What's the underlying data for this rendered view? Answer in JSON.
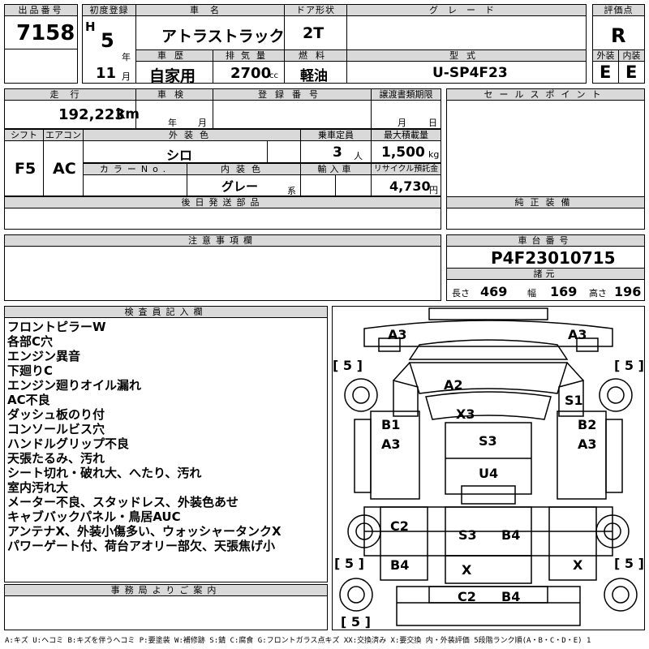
{
  "header": {
    "lot_label": "出品番号",
    "lot_no": "7158",
    "first_reg_label": "初度登録",
    "era": "H",
    "year": "5",
    "year_unit": "年",
    "month": "11",
    "month_unit": "月",
    "name_label": "車名",
    "car_name": "アトラストラック",
    "door_label": "ドア形状",
    "door": "2T",
    "grade_label": "グレード",
    "grade": "",
    "score_label": "評価点",
    "score": "R",
    "history_label": "車歴",
    "history": "自家用",
    "displacement_label": "排気量",
    "displacement": "2700",
    "displacement_unit": "cc",
    "fuel_label": "燃料",
    "fuel": "軽油",
    "model_label": "型式",
    "model": "U-SP4F23",
    "exterior_label": "外装",
    "exterior": "E",
    "interior_label": "内装",
    "interior": "E"
  },
  "spec": {
    "mileage_label": "走行",
    "mileage": "192,223",
    "mileage_unit": "km",
    "inspection_label": "車検",
    "inspection_year_unit": "年",
    "inspection_month_unit": "月",
    "plate_label": "登録番号",
    "transfer_label": "譲渡書類期限",
    "transfer_month_unit": "月",
    "transfer_day_unit": "日",
    "shift_label": "シフト",
    "shift": "F5",
    "ac_label": "エアコン",
    "ac": "AC",
    "ext_color_label": "外装色",
    "ext_color": "シロ",
    "capacity_label": "乗車定員",
    "capacity": "3",
    "capacity_unit": "人",
    "load_label": "最大積載量",
    "load": "1,500",
    "load_unit": "kg",
    "color_no_label": "カラーNo.",
    "int_color_label": "内装色",
    "int_color": "グレー",
    "int_color_unit": "系",
    "import_label": "輸入車",
    "recycle_label": "リサイクル預託金",
    "recycle": "4,730",
    "recycle_unit": "円",
    "later_parts_label": "後日発送部品",
    "sales_label": "セールスポイント",
    "genuine_label": "純正装備",
    "caution_label": "注意事項欄",
    "chassis_label": "車台番号",
    "chassis": "P4F23010715",
    "dims_label": "諸元",
    "length_label": "長さ",
    "length": "469",
    "width_label": "幅",
    "width": "169",
    "height_label": "高さ",
    "height": "196"
  },
  "inspector": {
    "label": "検査員記入欄",
    "lines": [
      "フロントピラーW",
      "各部C穴",
      "エンジン異音",
      "下廻りC",
      "エンジン廻りオイル漏れ",
      "AC不良",
      "ダッシュ板のり付",
      "コンソールビス穴",
      "ハンドルグリップ不良",
      "天張たるみ、汚れ",
      "シート切れ・破れ大、へたり、汚れ",
      "室内汚れ大",
      "メーター不良、スタッドレス、外装色あせ",
      "キャブバックパネル・鳥居AUC",
      "アンテナX、外装小傷多い、ウォッシャータンクX",
      "パワーゲート付、荷台アオリー部欠、天張焦げ小"
    ]
  },
  "office_label": "事務局よりご案内",
  "diagram": {
    "marks": {
      "a3_tl": "A3",
      "a3_tr": "A3",
      "tire_tl": "[ 5 ]",
      "tire_tr": "[ 5 ]",
      "a2": "A2",
      "s1": "S1",
      "x3": "X3",
      "b1": "B1",
      "b2": "B2",
      "a3_ml": "A3",
      "a3_mr": "A3",
      "s3_top": "S3",
      "u4": "U4",
      "c2_l": "C2",
      "s3_bot": "S3",
      "b4_c": "B4",
      "tire_bl": "[ 5 ]",
      "tire_br": "[ 5 ]",
      "b4_l": "B4",
      "x_c": "X",
      "x_r": "X",
      "c2_b": "C2",
      "b4_b": "B4",
      "tire_bb": "[ 5 ]"
    }
  },
  "legend": "A:キズ U:ヘコミ B:キズを伴うヘコミ P:要塗装 W:補修跡 S:錆 C:腐食 G:フロントガラス点キズ XX:交換済み X:要交換 内・外装評価 5段階ランク順(A・B・C・D・E) 1"
}
